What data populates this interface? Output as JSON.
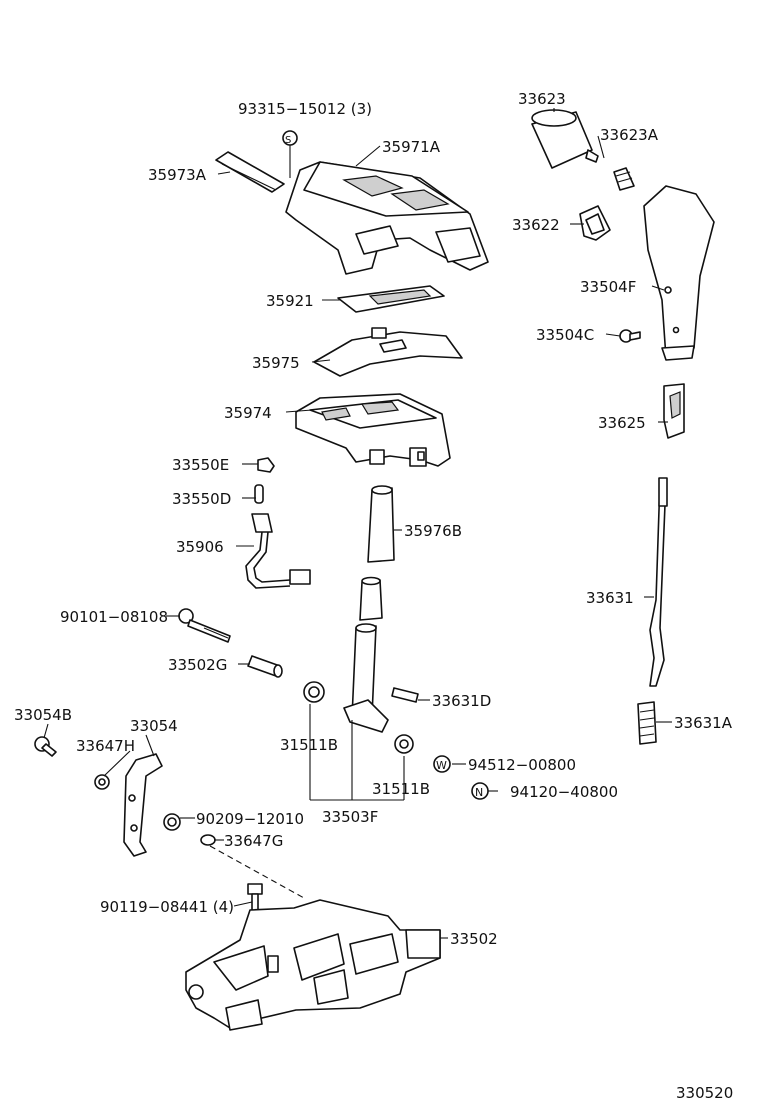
{
  "diagram": {
    "labels": {
      "p93315": "93315−15012 (3)",
      "p35971A": "35971A",
      "p35973A": "35973A",
      "p35921": "35921",
      "p35975": "35975",
      "p35974": "35974",
      "p33550E": "33550E",
      "p33550D": "33550D",
      "p35906": "35906",
      "p35976B": "35976B",
      "p90101": "90101−08108",
      "p33502G": "33502G",
      "p33631D": "33631D",
      "p33054B": "33054B",
      "p33054": "33054",
      "p33647H": "33647H",
      "p31511B_left": "31511B",
      "p31511B_right": "31511B",
      "p94512": "94512−00800",
      "p94120": "94120−40800",
      "p33503F": "33503F",
      "p90209": "90209−12010",
      "p33647G": "33647G",
      "p90119": "90119−08441 (4)",
      "p33502": "33502",
      "p33623": "33623",
      "p33623A": "33623A",
      "p33622": "33622",
      "p33504F": "33504F",
      "p33504C": "33504C",
      "p33625": "33625",
      "p33631": "33631",
      "p33631A": "33631A"
    },
    "symbols": {
      "s": "S",
      "w": "W",
      "n": "N"
    },
    "figure_number": "330520"
  }
}
